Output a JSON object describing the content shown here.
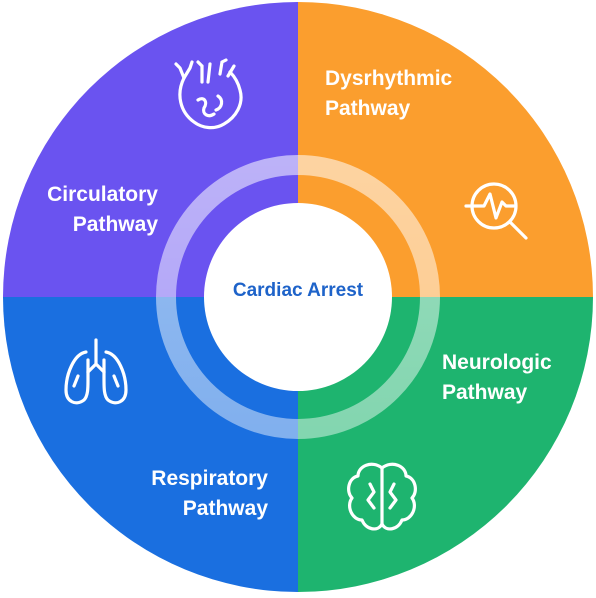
{
  "center": {
    "title": "Cardiac Arrest",
    "color": "#1e63c9"
  },
  "quadrants": [
    {
      "id": "circulatory",
      "line1": "Circulatory",
      "line2": "Pathway",
      "color": "#6a53f0",
      "icon": "heart-anatomy-icon"
    },
    {
      "id": "dysrhythmic",
      "line1": "Dysrhythmic",
      "line2": "Pathway",
      "color": "#fb9e2e",
      "icon": "heartbeat-magnifier-icon"
    },
    {
      "id": "neurologic",
      "line1": "Neurologic",
      "line2": "Pathway",
      "color": "#1eb46f",
      "icon": "brain-icon"
    },
    {
      "id": "respiratory",
      "line1": "Respiratory",
      "line2": "Pathway",
      "color": "#1a6fe0",
      "icon": "lungs-icon"
    }
  ]
}
